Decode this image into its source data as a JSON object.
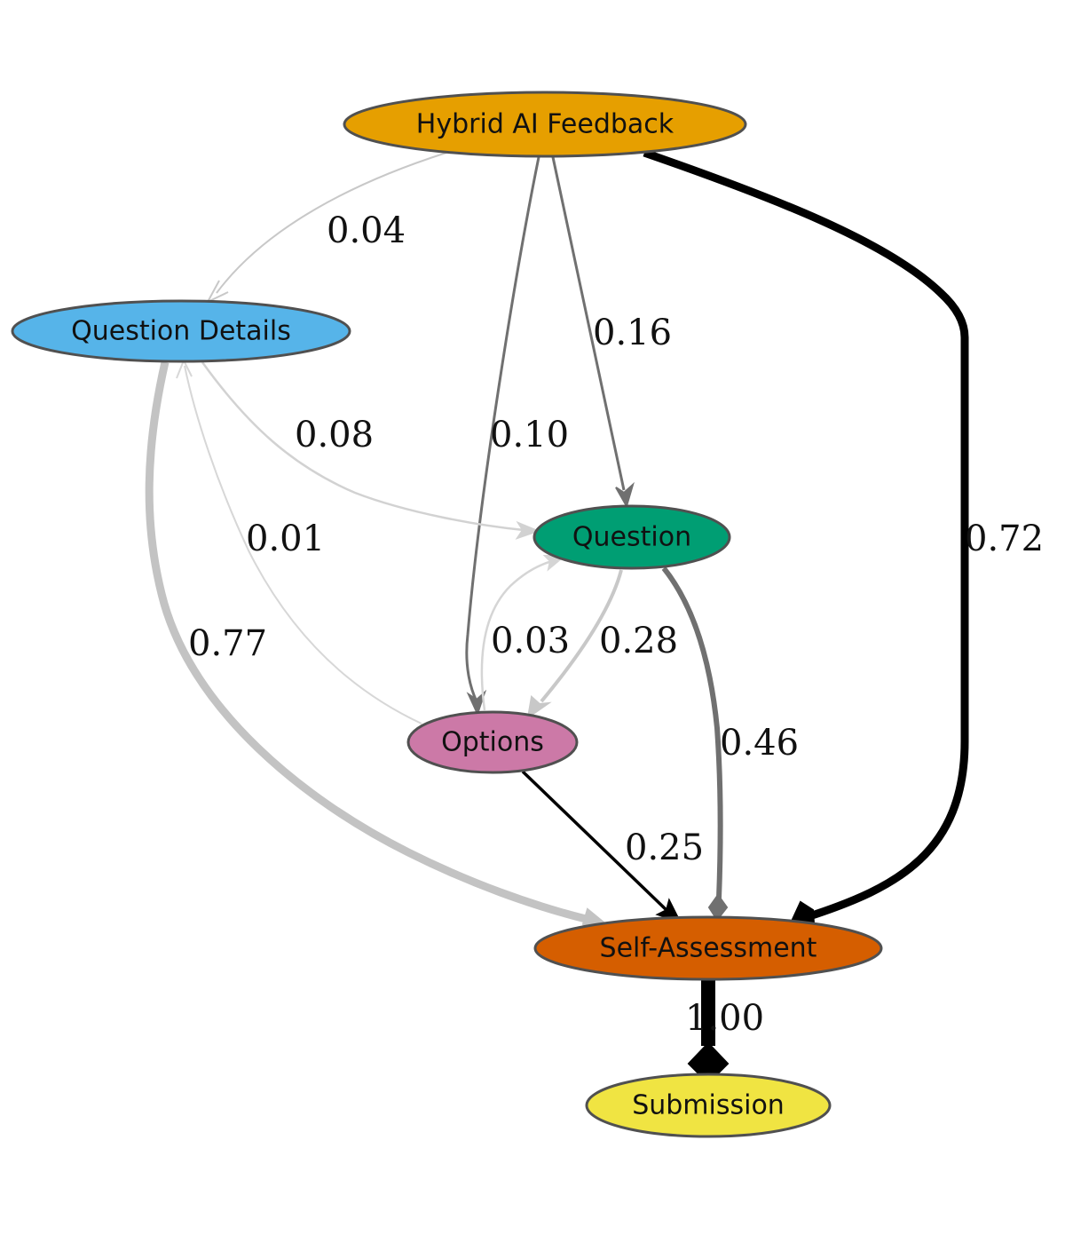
{
  "nodes": {
    "hybrid_ai_feedback": {
      "label": "Hybrid AI Feedback",
      "color": "#E69F00"
    },
    "question_details": {
      "label": "Question Details",
      "color": "#56B4E9"
    },
    "question": {
      "label": "Question",
      "color": "#009E73"
    },
    "options": {
      "label": "Options",
      "color": "#CC79A7"
    },
    "self_assessment": {
      "label": "Self-Assessment",
      "color": "#D55E00"
    },
    "submission": {
      "label": "Submission",
      "color": "#F0E442"
    }
  },
  "edges": {
    "hybrid_to_details": {
      "from": "Hybrid AI Feedback",
      "to": "Question Details",
      "label": "0.04"
    },
    "hybrid_to_options": {
      "from": "Hybrid AI Feedback",
      "to": "Options",
      "label": "0.10"
    },
    "hybrid_to_question": {
      "from": "Hybrid AI Feedback",
      "to": "Question",
      "label": "0.16"
    },
    "hybrid_to_self": {
      "from": "Hybrid AI Feedback",
      "to": "Self-Assessment",
      "label": "0.72"
    },
    "details_to_question": {
      "from": "Question Details",
      "to": "Question",
      "label": "0.08"
    },
    "options_to_details": {
      "from": "Options",
      "to": "Question Details",
      "label": "0.01"
    },
    "details_to_self": {
      "from": "Question Details",
      "to": "Self-Assessment",
      "label": "0.77"
    },
    "options_to_question": {
      "from": "Options",
      "to": "Question",
      "label": "0.03"
    },
    "question_to_options": {
      "from": "Question",
      "to": "Options",
      "label": "0.28"
    },
    "question_to_self": {
      "from": "Question",
      "to": "Self-Assessment",
      "label": "0.46"
    },
    "options_to_self": {
      "from": "Options",
      "to": "Self-Assessment",
      "label": "0.25"
    },
    "self_to_submission": {
      "from": "Self-Assessment",
      "to": "Submission",
      "label": "1.00"
    }
  }
}
